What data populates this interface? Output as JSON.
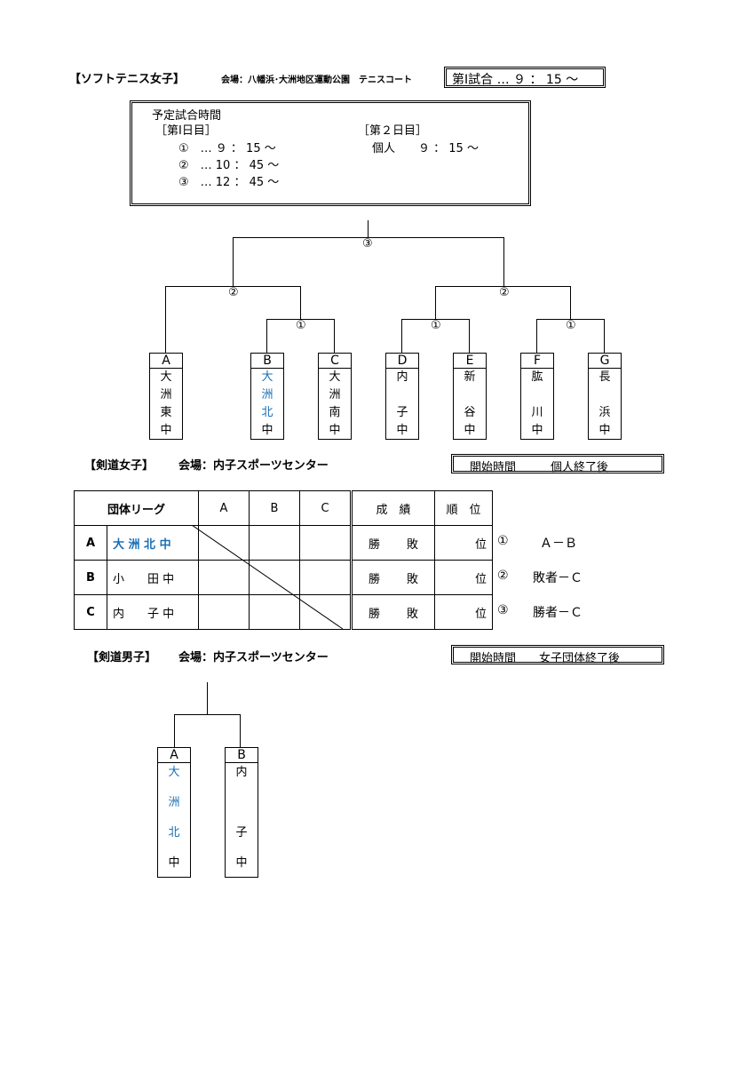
{
  "soft": {
    "title": "【ソフトテニス女子】",
    "venue": "会場：八幡浜･大洲地区運動公園　テニスコート",
    "first_match": "第Ⅰ試合 … ９ ： 15 ～"
  },
  "schedule": {
    "heading": "予定試合時間",
    "day1": "［第Ⅰ日目］",
    "day1_items": [
      "①　… ９ ： 15 ～",
      "②　… 10 ： 45 ～",
      "③　… 12 ： 45 ～"
    ],
    "day2": "［第２日目］",
    "day2_item": "個人　　９ ： 15 ～"
  },
  "bracket_soft": {
    "rounds": {
      "final": "③",
      "semi": "②",
      "first": "①"
    },
    "teams": [
      {
        "id": "A",
        "name": [
          "大",
          "洲",
          "東",
          "中"
        ],
        "highlight": false
      },
      {
        "id": "B",
        "name": [
          "大",
          "洲",
          "北",
          "中"
        ],
        "highlight": true
      },
      {
        "id": "C",
        "name": [
          "大",
          "洲",
          "南",
          "中"
        ],
        "highlight": false
      },
      {
        "id": "D",
        "name": [
          "内",
          "",
          "子",
          "中"
        ],
        "highlight": false
      },
      {
        "id": "E",
        "name": [
          "新",
          "",
          "谷",
          "中"
        ],
        "highlight": false
      },
      {
        "id": "F",
        "name": [
          "肱",
          "",
          "川",
          "中"
        ],
        "highlight": false
      },
      {
        "id": "G",
        "name": [
          "長",
          "",
          "浜",
          "中"
        ],
        "highlight": false
      }
    ]
  },
  "kendo_w": {
    "title": "【剣道女子】",
    "venue": "会場：内子スポーツセンター",
    "start": "開始時間　　　個人終了後",
    "league": {
      "header": "団体リーグ",
      "cols": [
        "A",
        "B",
        "C"
      ],
      "result": "成　績",
      "rank": "順　位",
      "rows": [
        {
          "id": "A",
          "name": "大 洲 北 中",
          "highlight": true,
          "win": "勝",
          "lose": "敗",
          "pos": "位"
        },
        {
          "id": "B",
          "name": "小　　田 中",
          "highlight": false,
          "win": "勝",
          "lose": "敗",
          "pos": "位"
        },
        {
          "id": "C",
          "name": "内　　子 中",
          "highlight": false,
          "win": "勝",
          "lose": "敗",
          "pos": "位"
        }
      ],
      "matches": [
        {
          "no": "①",
          "pair": "Ａ－Ｂ"
        },
        {
          "no": "②",
          "pair": "敗者－Ｃ"
        },
        {
          "no": "③",
          "pair": "勝者－Ｃ"
        }
      ]
    }
  },
  "kendo_m": {
    "title": "【剣道男子】",
    "venue": "会場：内子スポーツセンター",
    "start": "開始時間　　女子団体終了後",
    "teams": [
      {
        "id": "A",
        "name": [
          "大",
          "洲",
          "北",
          "中"
        ],
        "highlight": true
      },
      {
        "id": "B",
        "name": [
          "内",
          "",
          "子",
          "中"
        ],
        "highlight": false
      }
    ]
  }
}
